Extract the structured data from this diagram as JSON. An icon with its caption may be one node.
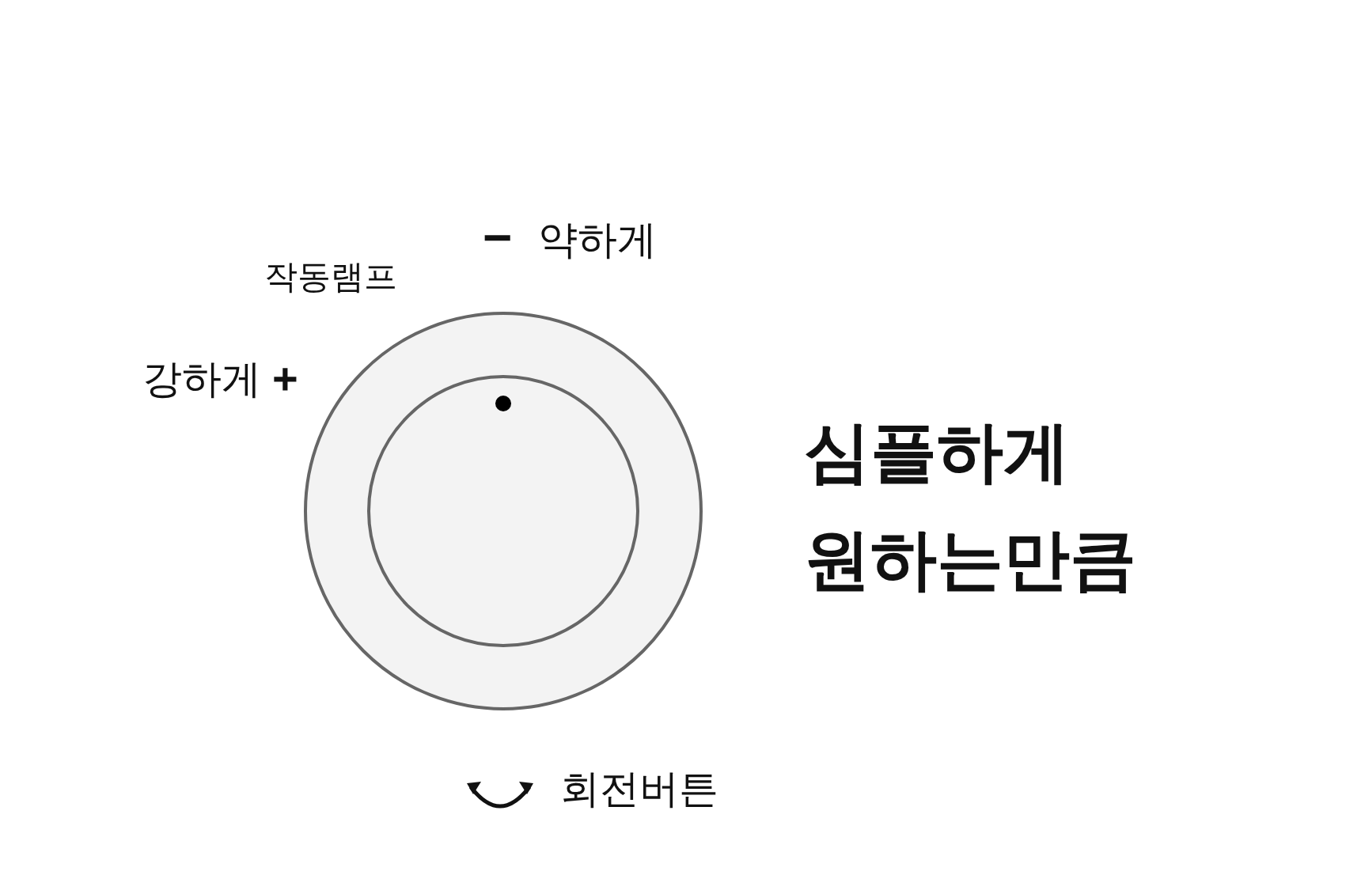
{
  "diagram": {
    "title": "심플하게 원하는만큼",
    "labels": [
      "−",
      "약하게",
      "작동램프",
      "강하게",
      "+",
      "회전버튼"
    ]
  }
}
